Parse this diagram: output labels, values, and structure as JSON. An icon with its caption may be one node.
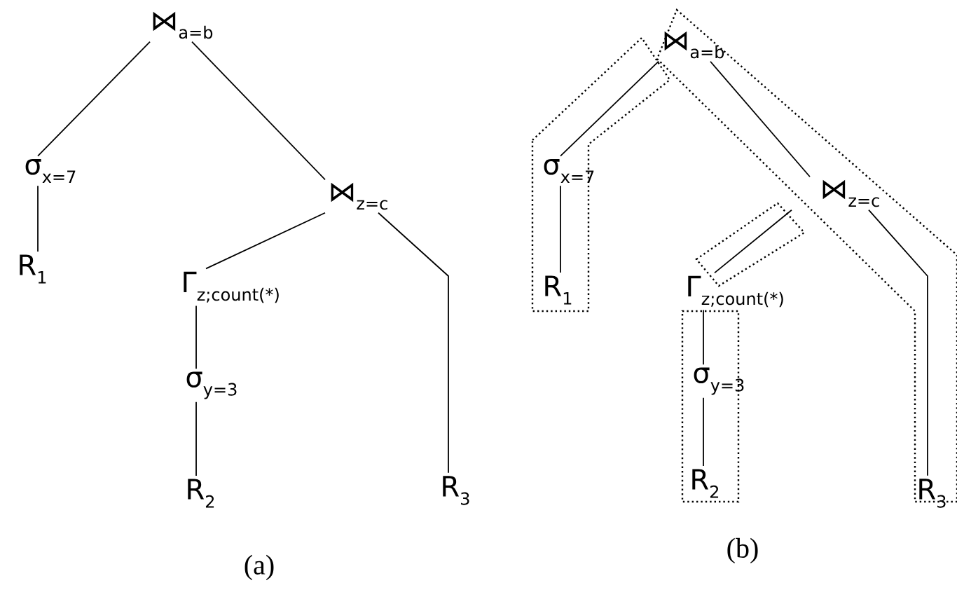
{
  "diagram": {
    "nodes": [
      {
        "text": [
          "⋈",
          "a=b"
        ]
      },
      {
        "text": [
          "σ",
          "x=7"
        ]
      },
      {
        "text": [
          "⋈",
          "z=c"
        ]
      },
      {
        "text": [
          "R",
          "1"
        ]
      },
      {
        "text": [
          "Γ",
          "z;count(*)"
        ]
      },
      {
        "text": [
          "R",
          "3"
        ]
      },
      {
        "text": [
          "σ",
          "y=3"
        ]
      },
      {
        "text": [
          "R",
          "2"
        ]
      },
      {
        "text": [
          "⋈",
          "a=b"
        ]
      },
      {
        "text": [
          "σ",
          "x=7"
        ]
      },
      {
        "text": [
          "⋈",
          "z=c"
        ]
      },
      {
        "text": [
          "R",
          "1"
        ]
      },
      {
        "text": [
          "Γ",
          "z;count(*)"
        ]
      },
      {
        "text": [
          "R",
          "3"
        ]
      },
      {
        "text": [
          "σ",
          "y=3"
        ]
      },
      {
        "text": [
          "R",
          "2"
        ]
      }
    ],
    "edges": [
      {
        "from": 0,
        "to": 1,
        "arrow": "none"
      },
      {
        "from": 0,
        "to": 2,
        "arrow": "none"
      },
      {
        "from": 1,
        "to": 3,
        "arrow": "none"
      },
      {
        "from": 2,
        "to": 4,
        "arrow": "none"
      },
      {
        "from": 2,
        "to": 5,
        "arrow": "none"
      },
      {
        "from": 4,
        "to": 6,
        "arrow": "none"
      },
      {
        "from": 6,
        "to": 7,
        "arrow": "none"
      },
      {
        "from": 8,
        "to": 9,
        "arrow": "none"
      },
      {
        "from": 8,
        "to": 10,
        "arrow": "none"
      },
      {
        "from": 9,
        "to": 11,
        "arrow": "none"
      },
      {
        "from": 10,
        "to": 12,
        "arrow": "none"
      },
      {
        "from": 10,
        "to": 13,
        "arrow": "none"
      },
      {
        "from": 12,
        "to": 14,
        "arrow": "none"
      },
      {
        "from": 14,
        "to": 15,
        "arrow": "none"
      }
    ],
    "labels": [
      "(a)",
      "(b)"
    ]
  }
}
